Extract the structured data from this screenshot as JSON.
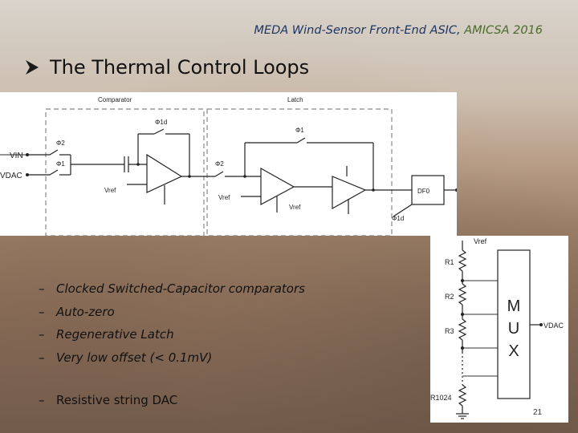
{
  "header": {
    "title_main": "MEDA Wind-Sensor Front-End ASIC, ",
    "title_conf": "AMICSA 2016"
  },
  "slide": {
    "title": "The Thermal Control Loops",
    "bullets": [
      "Clocked Switched-Capacitor comparators",
      "Auto-zero",
      "Regenerative Latch",
      "Very low offset (< 0.1mV)"
    ],
    "bullet_dash": "–",
    "dac_bullet": "Resistive string DAC",
    "page_number": "21"
  },
  "comparator_diagram": {
    "comparator_label": "Comparator",
    "latch_label": "Latch",
    "vin": "VIN",
    "vdac": "VDAC",
    "phi2": "Φ2",
    "phi1": "Φ1",
    "phi1d": "Φ1d",
    "phi1b": "Φ1",
    "phi2b": "Φ2",
    "phi1d2": "Φ1d",
    "vref1": "Vref",
    "vref2": "Vref",
    "vref3": "Vref",
    "dff": "DF0"
  },
  "dac_diagram": {
    "vref": "Vref",
    "r1": "R1",
    "r2": "R2",
    "r3": "R3",
    "r1024": "R1024",
    "mux_m": "M",
    "mux_u": "U",
    "mux_x": "X",
    "vdac": "VDAC"
  }
}
